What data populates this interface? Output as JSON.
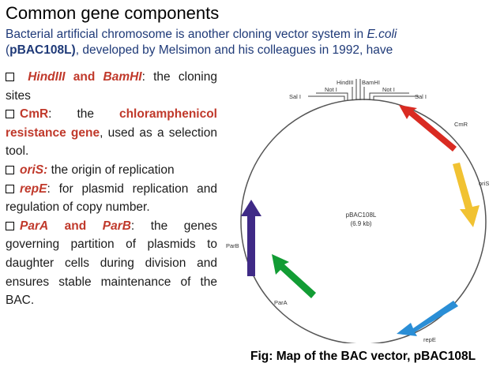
{
  "title": "Common gene components",
  "intro": {
    "line1": "Bacterial artificial chromosome is another cloning vector system in ",
    "ecoli": "E.coli",
    "open_paren": "(",
    "vector": "pBAC108L)",
    "line2_rest": ", developed by Melsimon and his colleagues in 1992, have"
  },
  "bullets": [
    {
      "emph1": "HindIII",
      "mid": " and ",
      "emph2": "BamHI",
      "rest": ": the cloning sites"
    },
    {
      "emph1": "CmR",
      "mid": ": the ",
      "emph2": "chloramphenicol resistance gene",
      "rest": ", used as a selection tool."
    },
    {
      "emph1": "oriS:",
      "rest": " the origin of replication"
    },
    {
      "emph1": "repE",
      "rest": ": for plasmid replication and regulation of copy number."
    },
    {
      "emph1": "ParA",
      "mid": " and ",
      "emph2": "ParB",
      "rest": ": the genes governing partition of plasmids to daughter cells during division and ensures stable maintenance of the BAC."
    }
  ],
  "diagram": {
    "center_name": "pBAC108L",
    "center_size": "(6.9 kb)",
    "sites": [
      "HindIII",
      "BamHI",
      "Not I",
      "Not I",
      "Sal I",
      "Sal I"
    ],
    "genes": [
      "CmR",
      "oriS",
      "repE",
      "ParA",
      "ParB"
    ],
    "colors": {
      "cmr": "#d92b22",
      "oris": "#f1c232",
      "repe": "#2a8ed6",
      "para": "#129c34",
      "parb": "#3f2a86"
    }
  },
  "caption": "Fig: Map of the BAC vector, pBAC108L"
}
